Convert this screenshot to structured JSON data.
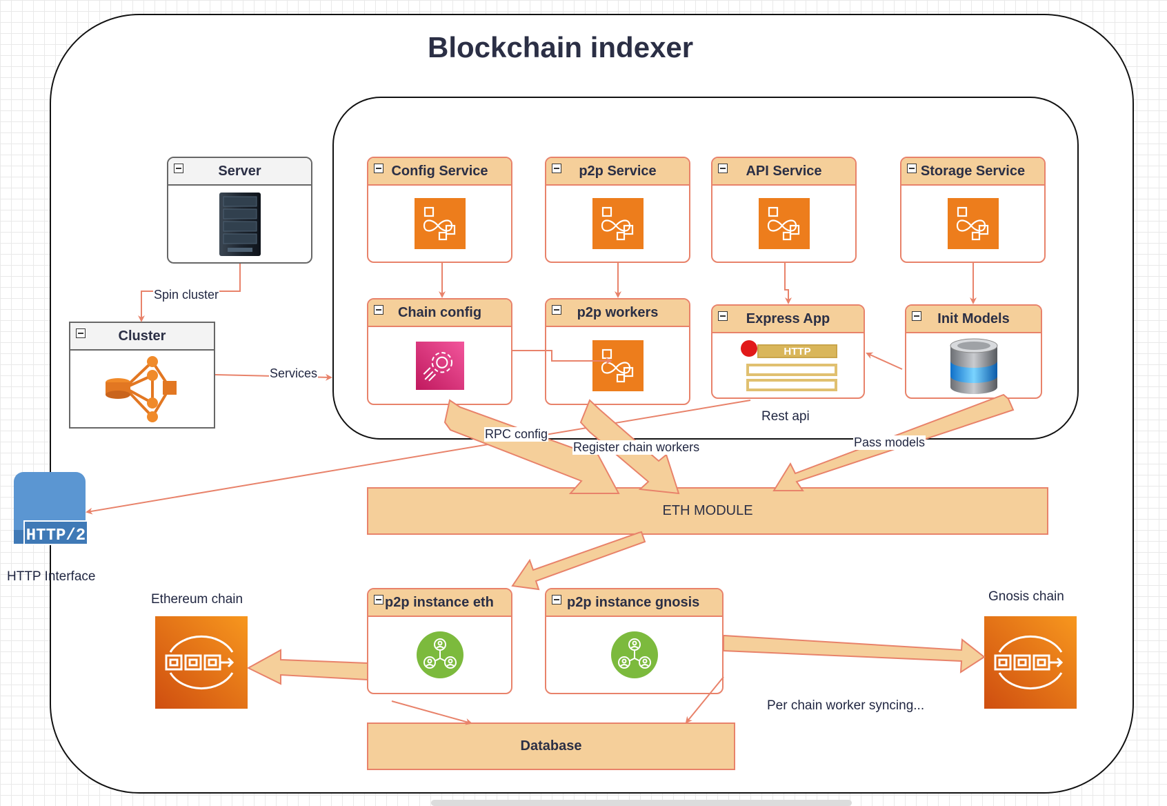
{
  "title": "Blockchain indexer",
  "nodes": {
    "server": "Server",
    "cluster": "Cluster",
    "config_service": "Config Service",
    "p2p_service": "p2p Service",
    "api_service": "API Service",
    "storage_service": "Storage Service",
    "chain_config": "Chain config",
    "p2p_workers": "p2p workers",
    "express_app": "Express App",
    "init_models": "Init Models",
    "eth_module": "ETH MODULE",
    "p2p_instance_eth": "p2p instance eth",
    "p2p_instance_gnosis": "p2p instance gnosis",
    "database": "Database"
  },
  "labels": {
    "spin_cluster": "Spin cluster",
    "services": "Services",
    "rpc_config": "RPC config",
    "register_chain_workers": "Register chain workers",
    "pass_models": "Pass models",
    "rest_api": "Rest api",
    "http_interface": "HTTP Interface",
    "http2": "HTTP/2",
    "http_badge": "HTTP",
    "ethereum_chain": "Ethereum chain",
    "gnosis_chain": "Gnosis chain",
    "per_chain": "Per chain worker syncing..."
  },
  "colors": {
    "node_fill": "#f5cf9a",
    "node_border": "#e8826a",
    "arrow": "#e8826a",
    "service_icon": "#ed7d1c",
    "config_icon": "#d6347a",
    "p2p_icon": "#7cba3d",
    "http2_icon": "#5a93d1"
  },
  "icons": [
    "server-rack-icon",
    "cluster-icon",
    "step-functions-icon",
    "config-gear-icon",
    "http-server-icon",
    "database-cylinder-icon",
    "http2-icon",
    "p2p-network-icon",
    "blockchain-icon"
  ]
}
